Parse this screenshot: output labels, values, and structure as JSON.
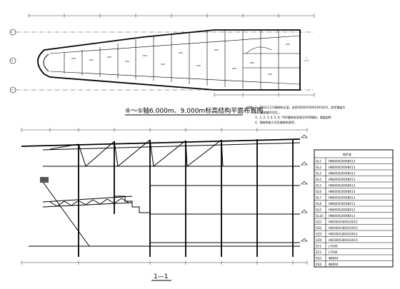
{
  "plan": {
    "title": "④～⑤轴6.000m、9.000m标高结构平面布置图",
    "axis_left_top": "⑥",
    "axis_left_mid": "⑤",
    "axis_left_bottom": "④",
    "axis_right": "1"
  },
  "notes": {
    "label": "说明：",
    "lines": [
      "1、ZXGL1,2为钢结构主梁，采用H500X200X10X16(X)，其余钢梁为",
      "2、      钢梁编号详见           。",
      "3、1, 2, 3, 4, 5, 6, 7(8)钢结构采用Q345B钢材，钢梁起拱",
      "4、钢结构施工详见钢结构说明。"
    ]
  },
  "section": {
    "label": "1—1"
  },
  "schedule": {
    "title": "构件表",
    "rows": [
      {
        "code": "GL1",
        "spec": "HN400X200X8X13"
      },
      {
        "code": "GL2",
        "spec": "HN400X200X8X13"
      },
      {
        "code": "GL3",
        "spec": "HN400X200X8X13"
      },
      {
        "code": "GL4",
        "spec": "HN400X200X8X13"
      },
      {
        "code": "GL5",
        "spec": "HN400X200X8X13"
      },
      {
        "code": "GL6",
        "spec": "HN400X200X8X13"
      },
      {
        "code": "GL7",
        "spec": "HN400X200X8X13"
      },
      {
        "code": "GL8",
        "spec": "HN400X200X8X13"
      },
      {
        "code": "GL9",
        "spec": "HN400X200X8X13"
      },
      {
        "code": "GL10",
        "spec": "HN400X200X8X13"
      },
      {
        "code": "GZ1",
        "spec": "HW300X300X10X15"
      },
      {
        "code": "GZ2",
        "spec": "HW300X300X10X15"
      },
      {
        "code": "GZ3",
        "spec": "HW300X300X10X15"
      },
      {
        "code": "GZ4",
        "spec": "HW300X300X10X15"
      },
      {
        "code": "ZC1",
        "spec": "L75X6"
      },
      {
        "code": "ZC2",
        "spec": "L75X6"
      },
      {
        "code": "XG1",
        "spec": "Φ89X4"
      },
      {
        "code": "XG2",
        "spec": "Φ89X4"
      }
    ]
  }
}
